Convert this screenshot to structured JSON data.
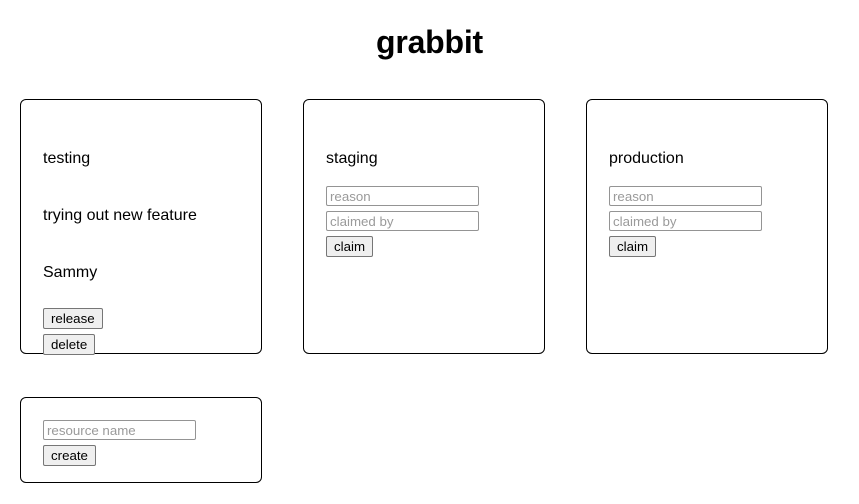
{
  "app": {
    "title": "grabbit"
  },
  "resources": [
    {
      "name": "testing",
      "claimed": true,
      "reason": "trying out new feature",
      "claimed_by": "Sammy",
      "actions": [
        {
          "label": "release",
          "role": "release"
        },
        {
          "label": "delete",
          "role": "delete"
        }
      ]
    },
    {
      "name": "staging",
      "claimed": false,
      "reason_placeholder": "reason",
      "claimed_by_placeholder": "claimed by",
      "reason_value": "",
      "claimed_by_value": "",
      "claim_label": "claim"
    },
    {
      "name": "production",
      "claimed": false,
      "reason_placeholder": "reason",
      "claimed_by_placeholder": "claimed by",
      "reason_value": "",
      "claimed_by_value": "",
      "claim_label": "claim"
    }
  ],
  "create_form": {
    "resource_name_placeholder": "resource name",
    "resource_name_value": "",
    "create_label": "create"
  },
  "colors": {
    "page_background": "#ffffff",
    "card_border": "#000000",
    "text": "#000000",
    "placeholder": "#9a9a9a",
    "button_face": "#efefef",
    "button_border": "#767676",
    "input_border": "#949494"
  }
}
